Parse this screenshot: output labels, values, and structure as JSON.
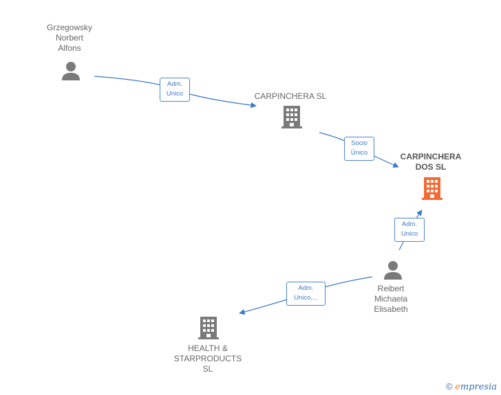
{
  "nodes": {
    "grzegowsky": {
      "label": "Grzegowsky\nNorbert\nAlfons",
      "type": "person"
    },
    "carpinchera_sl": {
      "label": "CARPINCHERA SL",
      "type": "company"
    },
    "carpinchera_dos": {
      "label": "CARPINCHERA\nDOS  SL",
      "type": "company-focus"
    },
    "reibert": {
      "label": "Reibert\nMichaela\nElisabeth",
      "type": "person"
    },
    "health": {
      "label": "HEALTH &\nSTARPRODUCTS\nSL",
      "type": "company"
    }
  },
  "relations": {
    "r1": "Adm.\nUnico",
    "r2": "Socio\nÚnico",
    "r3": "Adm.\nUnico",
    "r4": "Adm.\nUnico,..."
  },
  "colors": {
    "edge": "#3a78c8",
    "person_icon": "#7a7a7a",
    "company_icon": "#7a7a7a",
    "focus_icon": "#f26a35"
  },
  "footer": {
    "copyright": "©",
    "brand_first": "e",
    "brand_rest": "mpresia"
  }
}
